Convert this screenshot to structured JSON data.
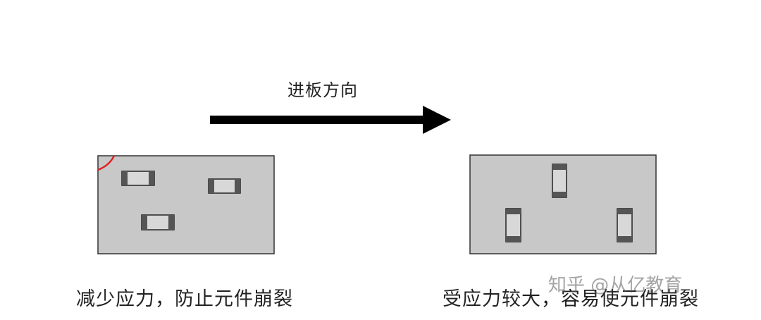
{
  "direction_label": "进板方向",
  "left_caption": "减少应力，防止元件崩裂",
  "right_caption": "受应力较大，容易使元件崩裂",
  "watermark": "知乎 @从亿教育",
  "colors": {
    "board_fill": "#c8c8c8",
    "board_stroke": "#333333",
    "arrow": "#000000",
    "highlight_arc": "#e02020"
  }
}
